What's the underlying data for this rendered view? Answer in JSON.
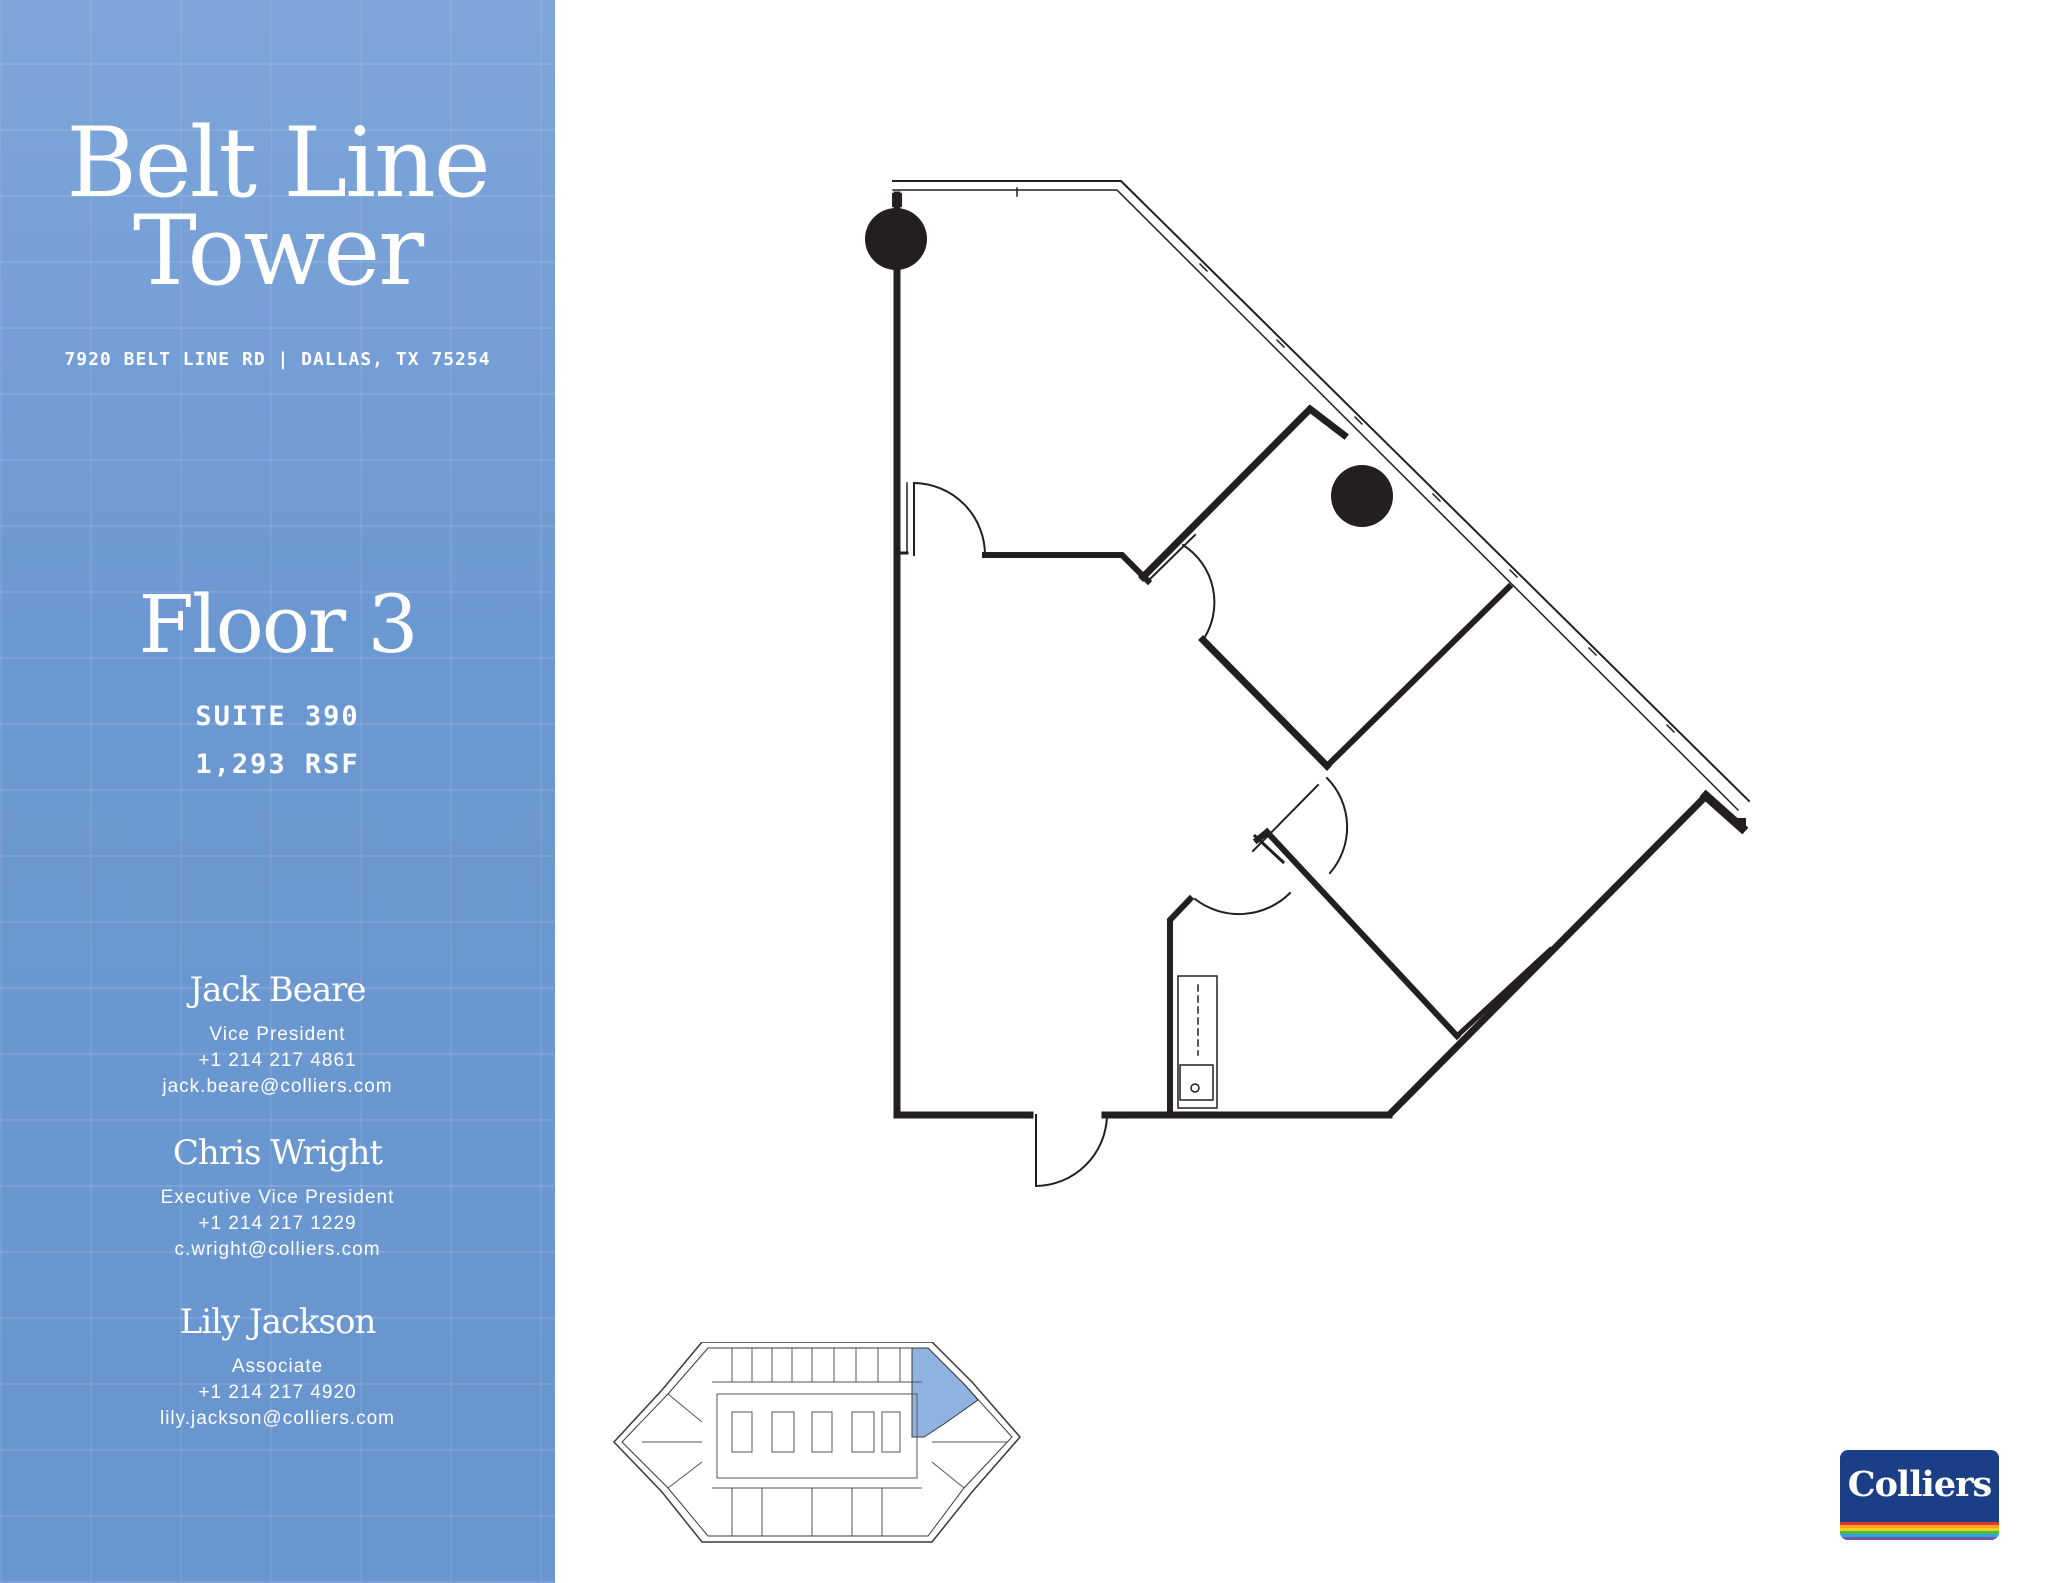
{
  "building": {
    "name_line1": "Belt Line",
    "name_line2": "Tower",
    "address": "7920 BELT LINE RD | DALLAS, TX 75254"
  },
  "floor": {
    "title": "Floor 3",
    "suite": "SUITE 390",
    "area": "1,293 RSF"
  },
  "contacts": [
    {
      "name": "Jack Beare",
      "title": "Vice President",
      "phone": "+1 214 217 4861",
      "email": "jack.beare@colliers.com"
    },
    {
      "name": "Chris Wright",
      "title": "Executive Vice President",
      "phone": "+1 214 217 1229",
      "email": "c.wright@colliers.com"
    },
    {
      "name": "Lily Jackson",
      "title": "Associate",
      "phone": "+1 214 217 4920",
      "email": "lily.jackson@colliers.com"
    }
  ],
  "logo": {
    "text": "Colliers",
    "colors": {
      "background": "#1b3f86",
      "stripes": [
        "#e0362c",
        "#f5a623",
        "#f7d117",
        "#4fb848",
        "#2aa7df",
        "#6e57a6"
      ]
    }
  },
  "colors": {
    "sidebar": "#6f9bd3",
    "walls": "#231f20",
    "suite_highlight": "#8eb3e1"
  }
}
